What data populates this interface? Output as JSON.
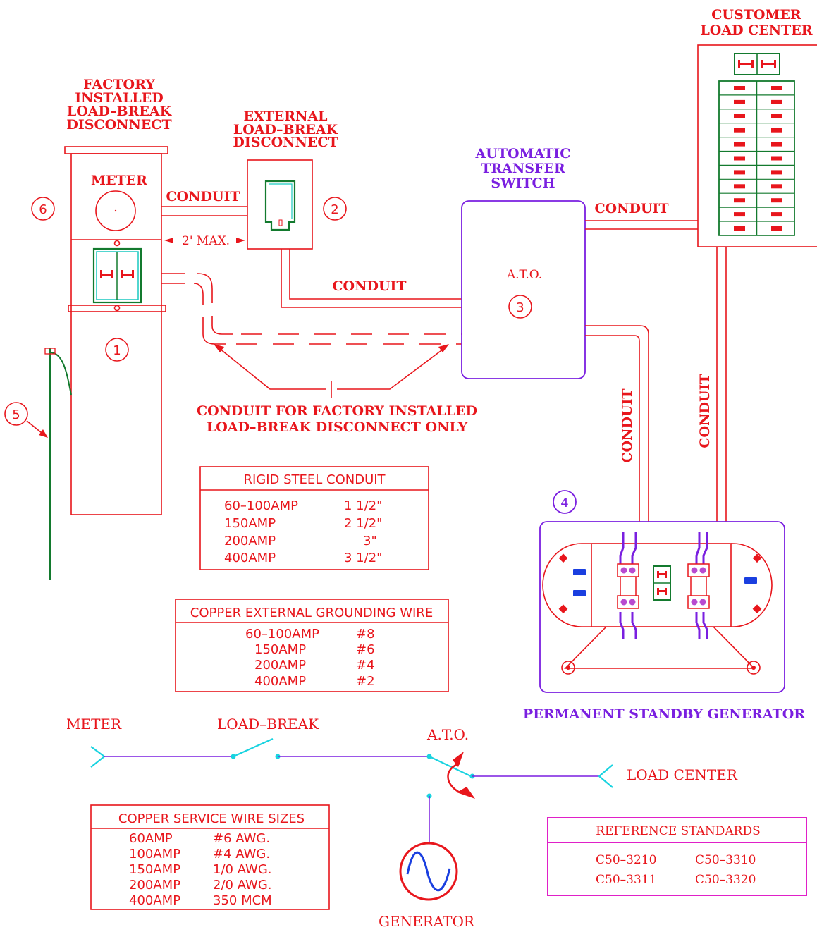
{
  "labels": {
    "factory_installed": [
      "FACTORY",
      "INSTALLED",
      "LOAD–BREAK",
      "DISCONNECT"
    ],
    "external_lbd": [
      "EXTERNAL",
      "LOAD–BREAK",
      "DISCONNECT"
    ],
    "ats": [
      "AUTOMATIC",
      "TRANSFER",
      "SWITCH"
    ],
    "customer_lc": [
      "CUSTOMER",
      "LOAD  CENTER"
    ],
    "meter": "METER",
    "conduit": "CONDUIT",
    "two_ft_max": "2'  MAX.",
    "ato": "A.T.O.",
    "factory_conduit_note": [
      "CONDUIT  FOR  FACTORY  INSTALLED",
      "LOAD–BREAK  DISCONNECT  ONLY"
    ],
    "generator_title": "PERMANENT  STANDBY  GENERATOR",
    "callouts": [
      "1",
      "2",
      "3",
      "4",
      "5",
      "6"
    ]
  },
  "tables": {
    "rigid_steel": {
      "title": "RIGID  STEEL  CONDUIT",
      "rows": [
        [
          "60–100AMP",
          "1  1/2\""
        ],
        [
          "150AMP",
          "2  1/2\""
        ],
        [
          "200AMP",
          "3\""
        ],
        [
          "400AMP",
          "3  1/2\""
        ]
      ]
    },
    "grounding": {
      "title": "COPPER  EXTERNAL  GROUNDING  WIRE",
      "rows": [
        [
          "60–100AMP",
          "#8"
        ],
        [
          "150AMP",
          "#6"
        ],
        [
          "200AMP",
          "#4"
        ],
        [
          "400AMP",
          "#2"
        ]
      ]
    },
    "service_wire": {
      "title": "COPPER  SERVICE  WIRE  SIZES",
      "rows": [
        [
          "60AMP",
          "#6  AWG."
        ],
        [
          "100AMP",
          "#4  AWG."
        ],
        [
          "150AMP",
          "1/0  AWG."
        ],
        [
          "200AMP",
          "2/0  AWG."
        ],
        [
          "400AMP",
          "350  MCM"
        ]
      ]
    },
    "reference": {
      "title": "REFERENCE  STANDARDS",
      "rows": [
        [
          "C50–3210",
          "C50–3310"
        ],
        [
          "C50–3311",
          "C50–3320"
        ]
      ]
    }
  },
  "schematic": {
    "meter": "METER",
    "load_break": "LOAD–BREAK",
    "ato": "A.T.O.",
    "load_center": "LOAD  CENTER",
    "generator": "GENERATOR"
  },
  "colors": {
    "red": "#e8161c",
    "purple": "#7a1fe0",
    "green": "#137a2e",
    "cyan": "#19d3e0",
    "blue": "#1a3fe0",
    "magenta": "#e020c8"
  }
}
